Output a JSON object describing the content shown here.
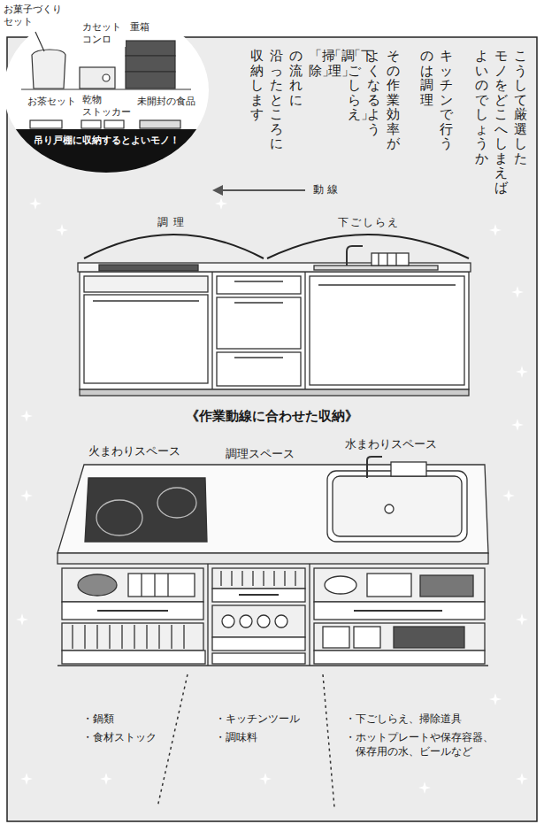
{
  "diagram": {
    "title": "《作業動線に合わせた収納》",
    "nodes": [
      {
        "text": [
          "吊り戸棚に収納するとよいモノ！"
        ]
      }
    ],
    "labels": [
      "お菓子づくり セット",
      "カセット コンロ",
      "重箱",
      "お茶セット",
      "乾物 ストッカー",
      "未開封の食品",
      "こうして厳選した モノをどこへしまえば よいのでしょうか",
      "キッチンで行う のは調理",
      "その作業効率が よくなるよう 「下ごしらえ」 「調理」 「掃除」 の流れに 沿ったところに 収納します",
      "動線",
      "調理",
      "下ごしらえ",
      "火まわりスペース",
      "調理スペース",
      "水まわりスペース",
      "・鍋類",
      "・食材ストック",
      "・キッチンツール",
      "・調味料",
      "・下ごしらえ、掃除道具",
      "・ホットプレートや保存容器、 保存用の水、ビールなど"
    ]
  }
}
